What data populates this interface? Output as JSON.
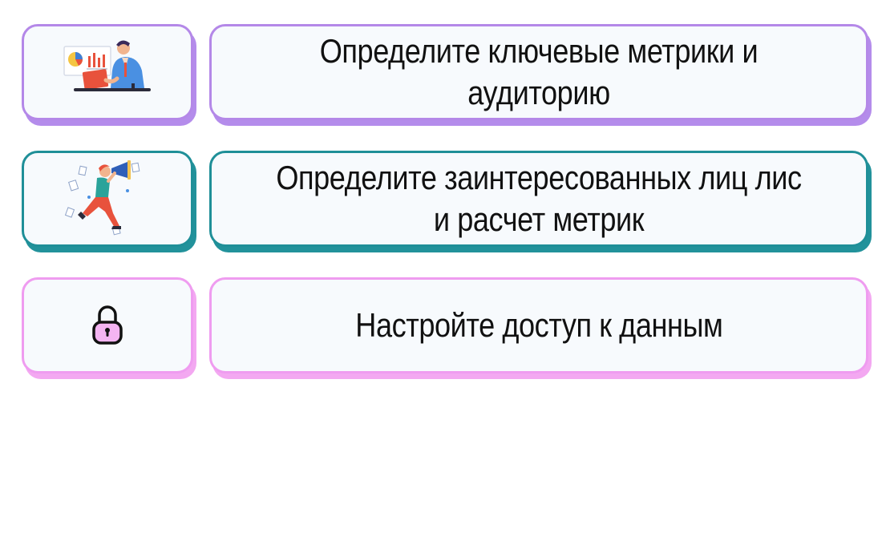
{
  "steps": [
    {
      "icon": "analyst-with-charts-illustration",
      "text": "Определите ключевые метрики и аудиторию",
      "accent": "#b488e8"
    },
    {
      "icon": "person-with-megaphone-illustration",
      "text": "Определите заинтересованных лиц лис и расчет метрик",
      "accent": "#1f8f98"
    },
    {
      "icon": "padlock-icon",
      "text": "Настройте доступ к данным",
      "accent": "#ef9cf0"
    }
  ]
}
